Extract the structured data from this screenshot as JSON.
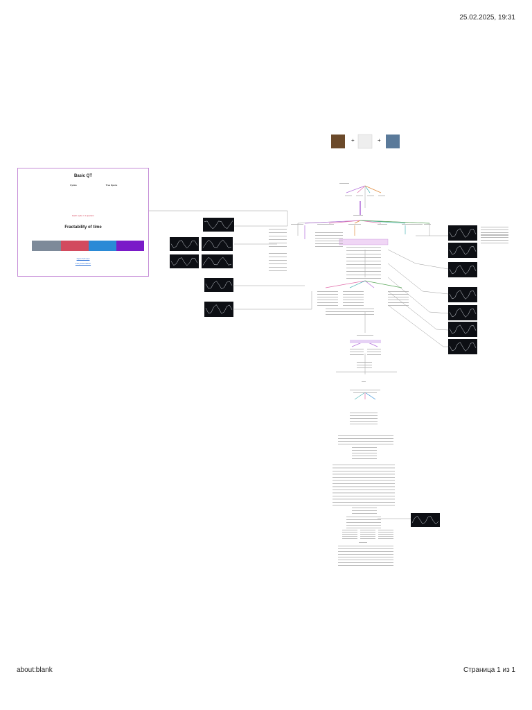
{
  "header": {
    "datetime": "25.02.2025, 19:31"
  },
  "footer": {
    "url": "about:blank",
    "page": "Страница 1 из 1"
  },
  "card": {
    "title": "Basic QT",
    "subtitle": "Fractability of time",
    "col1_head": "Cycles",
    "col2_head": "True Opens",
    "note": "Each cycle = 4 quarters",
    "link1": "Open full view",
    "link2": "Full presentation"
  },
  "diagram": {
    "colors": {
      "purple": "#b06ad9",
      "pink": "#e06aa8",
      "teal": "#4ab5b5",
      "orange": "#e08a3a",
      "green": "#5aa85a",
      "blue": "#2a8ad6",
      "gray": "#888888",
      "dark": "#0d0f14"
    },
    "segments": [
      {
        "color": "#7d8a99"
      },
      {
        "color": "#d24a5e"
      },
      {
        "color": "#2a8ad6"
      },
      {
        "color": "#7a1ac8"
      }
    ]
  }
}
